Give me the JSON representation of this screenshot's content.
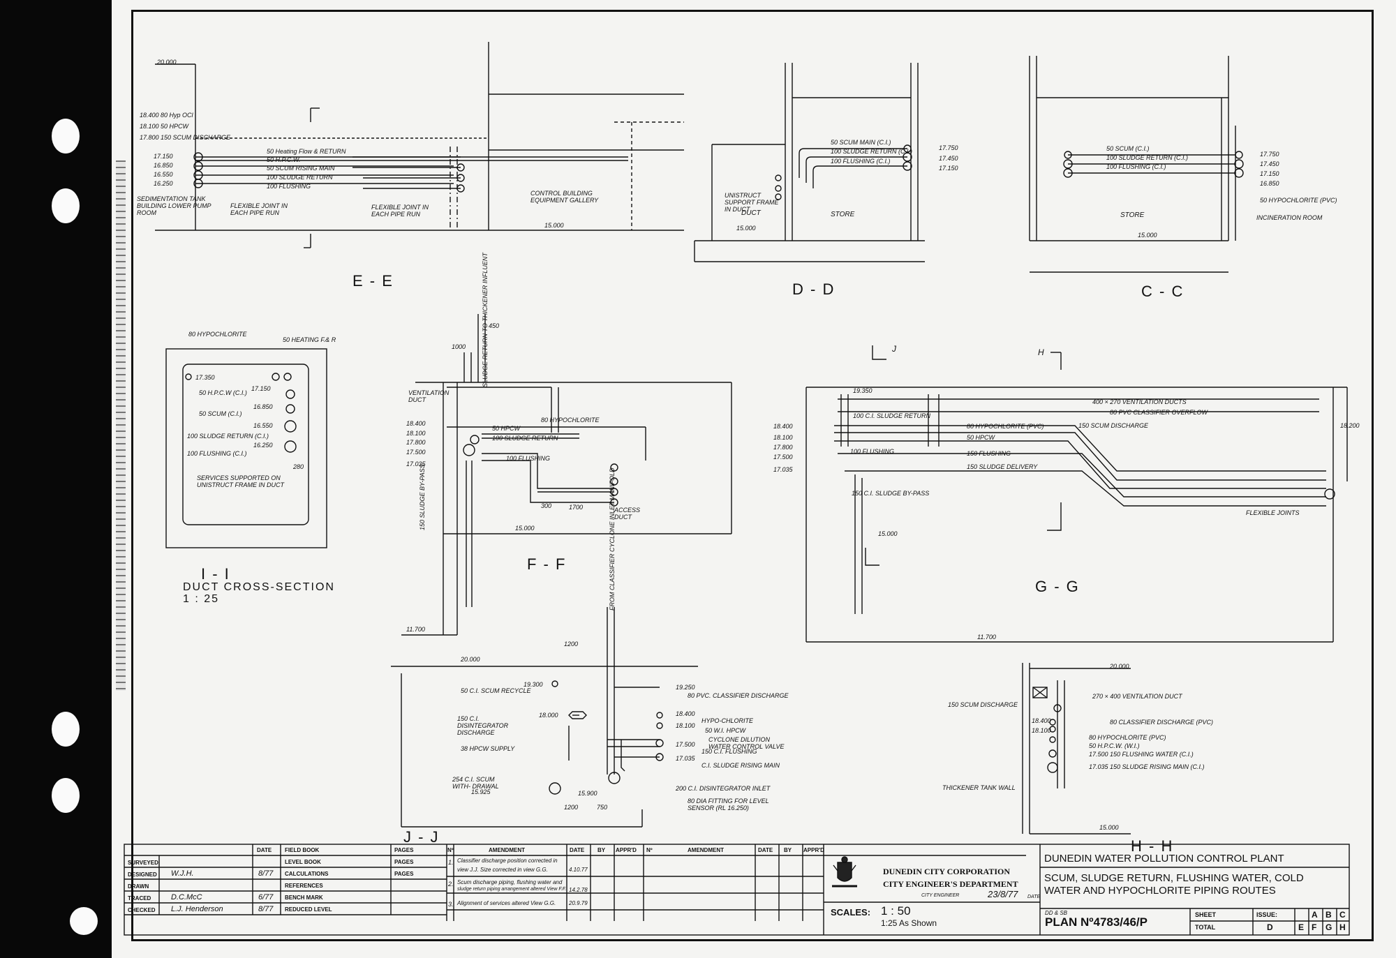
{
  "sections": {
    "ee": {
      "title": "E - E",
      "elev_top": "20.000",
      "elev_bottom": "15.000",
      "top_left": [
        "18.400 80 Hyp OCl",
        "18.100 50 HPCW",
        "17.800 150 SCUM DISCHARGE"
      ],
      "left_elev": [
        "17.150",
        "16.850",
        "16.550",
        "16.250"
      ],
      "pipe_labels": [
        "50 Heating Flow & RETURN",
        "50 H.P.C.W.",
        "50 SCUM RISING MAIN",
        "100 SLUDGE RETURN",
        "100 FLUSHING"
      ],
      "note_sed": "SEDIMENTATION TANK BUILDING LOWER PUMP ROOM",
      "note_flex1": "FLEXIBLE JOINT IN EACH PIPE RUN",
      "note_flex2": "FLEXIBLE JOINT IN EACH PIPE RUN",
      "note_control": "CONTROL BUILDING EQUIPMENT GALLERY"
    },
    "dd": {
      "title": "D - D",
      "pipes": [
        "50 SCUM MAIN (C.I.)",
        "100 SLUDGE RETURN (C.I.)",
        "100 FLUSHING (C.I.)"
      ],
      "elev": [
        "17.750",
        "17.450",
        "17.150"
      ],
      "note_unistrut": "UNISTRUCT SUPPORT FRAME IN DUCT",
      "duct": "DUCT",
      "store": "STORE",
      "elev_bottom": "15.000"
    },
    "cc": {
      "title": "C - C",
      "pipes": [
        "50 SCUM (C.I.)",
        "100 SLUDGE RETURN (C.I.)",
        "100 FLUSHING (C.I.)"
      ],
      "elev": [
        "17.750",
        "17.450",
        "17.150",
        "16.850"
      ],
      "note_hypo": "50 HYPOCHLORITE (PVC)",
      "incin": "INCINERATION ROOM",
      "store": "STORE",
      "elev_bottom": "15.000"
    },
    "ii": {
      "title": "I - I",
      "subtitle": "DUCT CROSS-SECTION",
      "scale": "1 : 25",
      "hypo": "80 HYPOCHLORITE",
      "heating": "50 HEATING F.& R",
      "e1": "17.350",
      "hpcw": "50 H.P.C.W (C.I.)",
      "e2": "17.150",
      "e3": "16.850",
      "scum": "50 SCUM (C.I.)",
      "e4": "16.550",
      "sludge": "100 SLUDGE RETURN (C.I.)",
      "e5": "16.250",
      "flush": "100 FLUSHING (C.I.)",
      "dim": "280",
      "services": "SERVICES SUPPORTED ON UNISTRUCT FRAME IN DUCT"
    },
    "ff": {
      "title": "F - F",
      "dim_1000": "1000",
      "dim_450": "450",
      "ventilation": "VENTILATION DUCT",
      "elev": [
        "18.400",
        "18.100",
        "17.800",
        "17.500",
        "17.035"
      ],
      "hypo": "80 HYPOCHLORITE",
      "hpcw": "50 HPCW",
      "sludge_return": "100 SLUDGE RETURN",
      "flushing": "100 FLUSHING",
      "access": "ACCESS DUCT",
      "dim_300": "300",
      "dim_1700": "1700",
      "elev_15": "15.000",
      "elev_11": "11.700",
      "bypass": "150 SLUDGE BY-PASS",
      "tank_return": "SLUDGE RETURN TO THICKENER INFLUENT"
    },
    "gg": {
      "title": "G - G",
      "j": "J",
      "h": "H",
      "elev": [
        "18.400",
        "18.100",
        "17.800",
        "17.500",
        "17.035"
      ],
      "e19350": "19.350",
      "e18200": "18.200",
      "vent": "400 × 270 VENTILATION DUCTS",
      "overflow": "80 PVC CLASSIFIER OVERFLOW",
      "sludge_return": "100 C.I. SLUDGE RETURN",
      "hypo": "80 HYPOCHLORITE (PVC)",
      "scum": "150 SCUM DISCHARGE",
      "hpcw": "50 HPCW",
      "flushing_100": "100 FLUSHING",
      "flushing_150": "150 FLUSHING",
      "sludge_delivery": "150 SLUDGE DELIVERY",
      "bypass": "150 C.I. SLUDGE BY-PASS",
      "flex": "FLEXIBLE JOINTS",
      "elev_15": "15.000",
      "elev_11": "11.700"
    },
    "jj": {
      "title": "J - J",
      "elev_top": "20.000",
      "dim_1200": "1200",
      "manifold": "FROM CLASSIFIER CYCLONE INLET MANIFOLD",
      "e19300": "19.300",
      "scum_recycle": "50 C.I. SCUM RECYCLE",
      "e19250": "19.250",
      "classifier": "80 PVC. CLASSIFIER DISCHARGE",
      "disintegrator": "150 C.I. DISINTEGRATOR DISCHARGE",
      "e18000": "18.000",
      "e18400": "18.400",
      "hypo": "HYPO-CHLORITE",
      "e18100": "18.100",
      "wi_hpcw": "50 W.I. HPCW",
      "hpcw_supply": "38 HPCW SUPPLY",
      "cyclone": "CYCLONE DILUTION WATER CONTROL VALVE",
      "e17500": "17.500",
      "flushing": "150 C.I. FLUSHING",
      "e17035": "17.035",
      "rising": "C.I. SLUDGE RISING MAIN",
      "withdrawal": "254 C.I. SCUM WITH- DRAWAL",
      "e15925": "15.925",
      "e15900": "15.900",
      "inlet": "200 C.I. DISINTEGRATOR INLET",
      "dim_1200b": "1200",
      "dim_750": "750",
      "fitting": "80 DIA FITTING FOR LEVEL SENSOR (RL 16.250)"
    },
    "hh": {
      "title": "H - H",
      "elev_top": "20.000",
      "vent": "270 × 400 VENTILATION DUCT",
      "scum": "150 SCUM DISCHARGE",
      "e18400": "18.400",
      "classifier": "80 CLASSIFIER DISCHARGE (PVC)",
      "e18100": "18.100",
      "hypo": "80 HYPOCHLORITE (PVC)",
      "hpcw": "50 H.P.C.W. (W.I.)",
      "flushing": "17.500 150 FLUSHING WATER (C.I.)",
      "rising": "17.035 150 SLUDGE RISING MAIN (C.I.)",
      "thickener": "THICKENER TANK WALL",
      "elev_bottom": "15.000"
    }
  },
  "title_block": {
    "labels": [
      "SURVEYED",
      "DESIGNED",
      "DRAWN",
      "TRACED",
      "CHECKED"
    ],
    "hdr_date": "DATE",
    "hdr_fieldbook": "FIELD BOOK",
    "hdr_pages": "PAGES",
    "book_rows": [
      "LEVEL BOOK",
      "CALCULATIONS",
      "REFERENCES",
      "BENCH MARK",
      "REDUCED LEVEL"
    ],
    "pages": [
      "PAGES",
      "PAGES"
    ],
    "initials": [
      "",
      "W.J.H.",
      "",
      "D.C.McC",
      "L.J. Henderson"
    ],
    "dates": [
      "",
      "8/77",
      "",
      "6/77",
      "8/77"
    ],
    "amend_hdr": [
      "Nº",
      "AMENDMENT",
      "DATE",
      "BY",
      "APPR'D"
    ],
    "amendments": [
      {
        "no": "1.",
        "text": "Classifier discharge position corrected in",
        "text2": "view J.J. Size corrected in view G.G.",
        "date": "4.10.77"
      },
      {
        "no": "2.",
        "text": "Scum discharge piping, flushing water and",
        "text2": "sludge return piping arrangement altered View F.F.",
        "date": "14.2.78"
      },
      {
        "no": "3.",
        "text": "Alignment of services altered View G.G.",
        "text2": "",
        "date": "20.9.79"
      }
    ],
    "amend_hdr2": [
      "Nº",
      "AMENDMENT",
      "DATE",
      "BY",
      "APPR'D"
    ],
    "corp1": "DUNEDIN CITY CORPORATION",
    "corp2": "CITY ENGINEER'S DEPARTMENT",
    "engineer_label": "CITY ENGINEER",
    "engineer_date": "23/8/77",
    "date_label": "DATE",
    "scales_label": "SCALES:",
    "scale1": "1 : 50",
    "scale2": "1:25 As Shown",
    "proj1": "DUNEDIN WATER POLLUTION CONTROL PLANT",
    "proj2": "SCUM, SLUDGE RETURN, FLUSHING WATER, COLD",
    "proj3": "WATER AND HYPOCHLORITE PIPING ROUTES",
    "ddsb": "DD & SB",
    "plan_no": "PLAN Nº4783/46/P",
    "sheet": "SHEET",
    "total": "TOTAL",
    "issue": "ISSUE:",
    "issue_row1": [
      "A",
      "B",
      "C"
    ],
    "issue_row2": [
      "D",
      "E",
      "F",
      "G",
      "H"
    ]
  }
}
